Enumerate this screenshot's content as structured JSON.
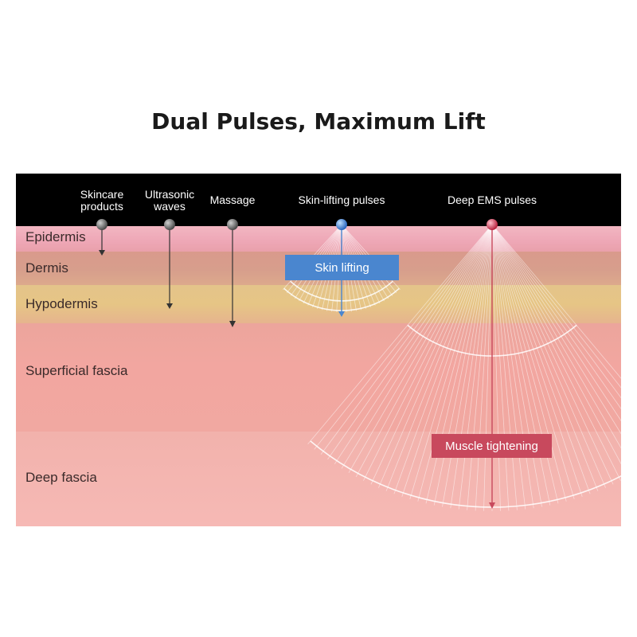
{
  "title": "Dual Pulses, Maximum Lift",
  "header": {
    "skincare_line1": "Skincare",
    "skincare_line2": "products",
    "ultrasonic_line1": "Ultrasonic",
    "ultrasonic_line2": "waves",
    "massage": "Massage",
    "skin_lifting": "Skin-lifting pulses",
    "deep_ems": "Deep EMS pulses"
  },
  "layers": {
    "epidermis": "Epidermis",
    "dermis": "Dermis",
    "hypodermis": "Hypodermis",
    "superficial_fascia": "Superficial fascia",
    "deep_fascia": "Deep fascia"
  },
  "tags": {
    "skin_lifting": "Skin lifting",
    "muscle_tightening": "Muscle tightening"
  },
  "colors": {
    "blue_accent": "#4a86cf",
    "red_accent": "#c8495d",
    "header": "#000000"
  }
}
